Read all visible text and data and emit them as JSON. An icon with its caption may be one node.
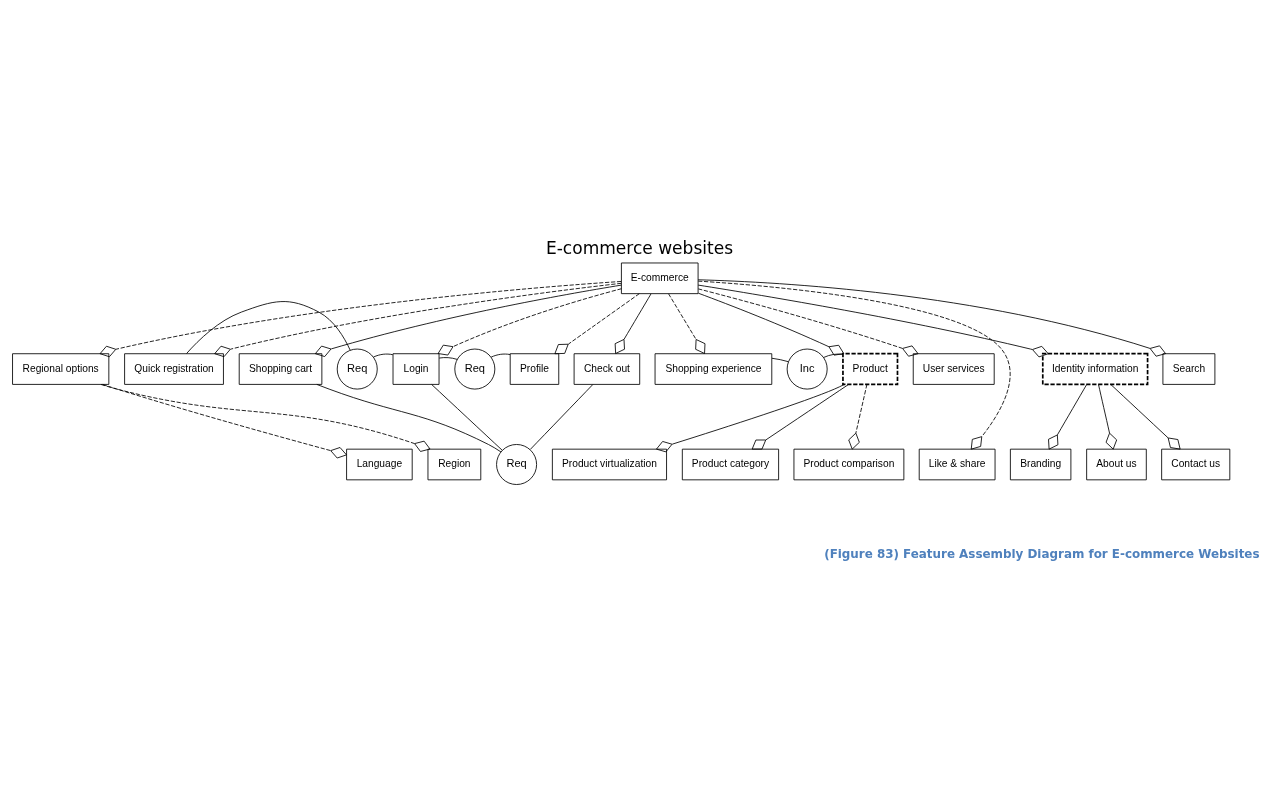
{
  "diagram": {
    "title": "E-commerce websites",
    "caption": "(Figure 83) Feature Assembly Diagram for E-commerce Websites",
    "nodes": [
      {
        "text": [
          "E-commerce"
        ]
      },
      {
        "text": [
          "Regional options"
        ]
      },
      {
        "text": [
          "Quick registration"
        ]
      },
      {
        "text": [
          "Req"
        ]
      },
      {
        "text": [
          "Login"
        ]
      },
      {
        "text": [
          "Req"
        ]
      },
      {
        "text": [
          "Profile"
        ]
      },
      {
        "text": [
          "Shopping cart"
        ]
      },
      {
        "text": [
          "Shopping experience"
        ]
      },
      {
        "text": [
          "Inc"
        ]
      },
      {
        "text": [
          "Product"
        ]
      },
      {
        "text": [
          "User services"
        ]
      },
      {
        "text": [
          "Check out"
        ]
      },
      {
        "text": [
          "Identity information"
        ]
      },
      {
        "text": [
          "Search"
        ]
      },
      {
        "text": [
          "Req"
        ]
      },
      {
        "text": [
          "Language"
        ]
      },
      {
        "text": [
          "Region"
        ]
      },
      {
        "text": [
          "Product virtualization"
        ]
      },
      {
        "text": [
          "Product category"
        ]
      },
      {
        "text": [
          "Product comparison"
        ]
      },
      {
        "text": [
          "Like & share"
        ]
      },
      {
        "text": [
          "Branding"
        ]
      },
      {
        "text": [
          "About us"
        ]
      },
      {
        "text": [
          "Contact us"
        ]
      }
    ],
    "edges": [
      {
        "from": 0,
        "to": 1,
        "arrow": "other",
        "style": "dashed"
      },
      {
        "from": 0,
        "to": 2,
        "arrow": "other",
        "style": "dashed"
      },
      {
        "from": 0,
        "to": 4,
        "arrow": "other",
        "style": "dashed"
      },
      {
        "from": 0,
        "to": 6,
        "arrow": "other",
        "style": "dashed"
      },
      {
        "from": 0,
        "to": 7,
        "arrow": "other"
      },
      {
        "from": 0,
        "to": 8,
        "arrow": "other",
        "style": "dashed"
      },
      {
        "from": 0,
        "to": 10,
        "arrow": "other"
      },
      {
        "from": 0,
        "to": 11,
        "arrow": "other",
        "style": "dashed"
      },
      {
        "from": 0,
        "to": 12,
        "arrow": "other"
      },
      {
        "from": 0,
        "to": 21,
        "arrow": "other",
        "style": "dashed"
      },
      {
        "from": 0,
        "to": 13,
        "arrow": "other"
      },
      {
        "from": 0,
        "to": 14,
        "arrow": "other"
      },
      {
        "from": 2,
        "to": 3,
        "arrow": "none"
      },
      {
        "from": 3,
        "to": 4,
        "arrow": "none"
      },
      {
        "from": 4,
        "to": 5,
        "arrow": "none"
      },
      {
        "from": 5,
        "to": 6,
        "arrow": "none"
      },
      {
        "from": 8,
        "to": 9,
        "arrow": "none"
      },
      {
        "from": 9,
        "to": 10,
        "arrow": "none"
      },
      {
        "from": 4,
        "to": 15,
        "arrow": "none"
      },
      {
        "from": 7,
        "to": 15,
        "arrow": "none"
      },
      {
        "from": 15,
        "to": 12,
        "arrow": "none"
      },
      {
        "from": 1,
        "to": 16,
        "arrow": "other",
        "style": "dashed"
      },
      {
        "from": 1,
        "to": 17,
        "arrow": "other",
        "style": "dashed"
      },
      {
        "from": 10,
        "to": 18,
        "arrow": "other"
      },
      {
        "from": 10,
        "to": 19,
        "arrow": "other"
      },
      {
        "from": 10,
        "to": 20,
        "arrow": "other",
        "style": "dashed"
      },
      {
        "from": 13,
        "to": 22,
        "arrow": "other"
      },
      {
        "from": 13,
        "to": 23,
        "arrow": "other"
      },
      {
        "from": 13,
        "to": 24,
        "arrow": "other"
      }
    ]
  }
}
